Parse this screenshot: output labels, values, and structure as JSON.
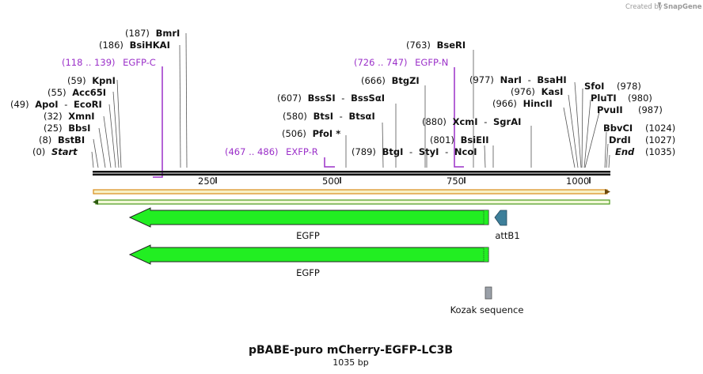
{
  "credit": {
    "created_by": "Created by",
    "brand": "SnapGene"
  },
  "title": "pBABE-puro mCherry-EGFP-LC3B",
  "subtitle": "1035 bp",
  "ruler": {
    "ticks": [
      {
        "pos": 250,
        "label": "250"
      },
      {
        "pos": 500,
        "label": "500"
      },
      {
        "pos": 750,
        "label": "750"
      },
      {
        "pos": 1000,
        "label": "1000"
      }
    ]
  },
  "left_labels": [
    {
      "pos": "(0)",
      "name": "Start"
    },
    {
      "pos": "(8)",
      "name": "BstBI"
    },
    {
      "pos": "(25)",
      "name": "BbsI"
    },
    {
      "pos": "(32)",
      "name": "XmnI"
    },
    {
      "pos": "(49)",
      "name": "ApoI",
      "sep": "-",
      "name2": "EcoRI"
    },
    {
      "pos": "(55)",
      "name": "Acc65I"
    },
    {
      "pos": "(59)",
      "name": "KpnI"
    },
    {
      "pos": "(118 .. 139)",
      "name": "EGFP-C"
    },
    {
      "pos": "(186)",
      "name": "BsiHKAI"
    },
    {
      "pos": "(187)",
      "name": "BmrI"
    }
  ],
  "middle_labels": [
    {
      "pos": "(467 .. 486)",
      "name": "EXFP-R"
    },
    {
      "pos": "(506)",
      "name": "PfoI *"
    },
    {
      "pos": "(580)",
      "name": "BtsI",
      "sep": "-",
      "name2": "BtsαI"
    },
    {
      "pos": "(607)",
      "name": "BssSI",
      "sep": "-",
      "name2": "BssSαI"
    },
    {
      "pos": "(666)",
      "name": "BtgZI"
    },
    {
      "pos": "(726 .. 747)",
      "name": "EGFP-N"
    },
    {
      "pos": "(763)",
      "name": "BseRI"
    },
    {
      "pos": "(789)",
      "name": "BtgI",
      "sep": "-",
      "name2": "StyI",
      "sep2": "-",
      "name3": "NcoI"
    },
    {
      "pos": "(801)",
      "name": "BsiEII"
    },
    {
      "pos": "(880)",
      "name": "XcmI",
      "sep": "-",
      "name2": "SgrAI"
    }
  ],
  "right_labels": [
    {
      "pos": "(966)",
      "name": "HincII"
    },
    {
      "pos": "(976)",
      "name": "KasI"
    },
    {
      "pos": "(977)",
      "name": "NarI",
      "sep": "-",
      "name2": "BsaHI"
    },
    {
      "pos": "(978)",
      "name": "SfoI"
    },
    {
      "pos": "(980)",
      "name": "PluTI"
    },
    {
      "pos": "(987)",
      "name": "PvuII"
    },
    {
      "pos": "(1024)",
      "name": "BbvCI"
    },
    {
      "pos": "(1027)",
      "name": "DrdI"
    },
    {
      "pos": "(1035)",
      "name": "End"
    }
  ],
  "features": [
    {
      "name": "EGFP",
      "type": "CDS",
      "direction": "reverse",
      "color": "#22ee22"
    },
    {
      "name": "attB1",
      "type": "misc",
      "direction": "reverse",
      "color": "#3d7f9a"
    },
    {
      "name": "EGFP",
      "type": "CDS",
      "direction": "reverse",
      "color": "#22ee22"
    },
    {
      "name": "Kozak sequence",
      "type": "regulatory",
      "color": "#9aa0a8"
    }
  ],
  "colors": {
    "primer": "#9b30c9",
    "feature_green": "#22ee22",
    "strand_fwd_border": "#d98c1a",
    "strand_rev_border": "#4a9a1a",
    "attb": "#3d7f9a",
    "kozak": "#9aa0a8"
  }
}
